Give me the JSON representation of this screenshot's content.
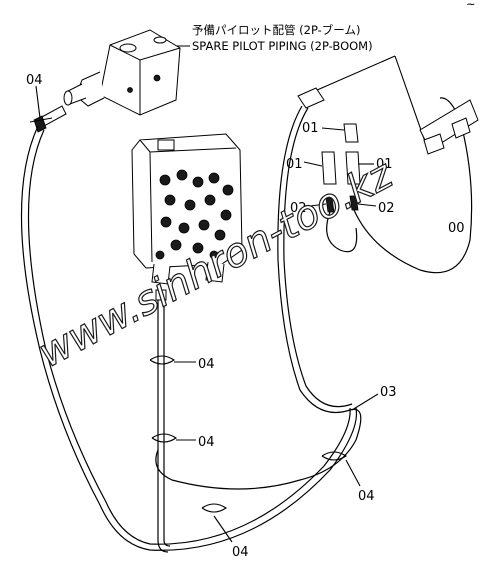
{
  "diagram": {
    "title_jp": "予備パイロット配管 (2P-ブーム)",
    "title_en": "SPARE PILOT PIPING (2P-BOOM)",
    "watermark": "www.sinhron-too.kz",
    "corner_mark": "~",
    "labels": {
      "clamp_valve": "04",
      "clamp_mid_1": "04",
      "clamp_mid_2": "04",
      "clamp_bottom": "04",
      "clamp_right": "04",
      "hose": "03",
      "part_01_top": "01",
      "part_01_left": "01",
      "part_01_right": "01",
      "part_02_left": "02",
      "part_02_right": "02",
      "part_00": "00"
    }
  }
}
